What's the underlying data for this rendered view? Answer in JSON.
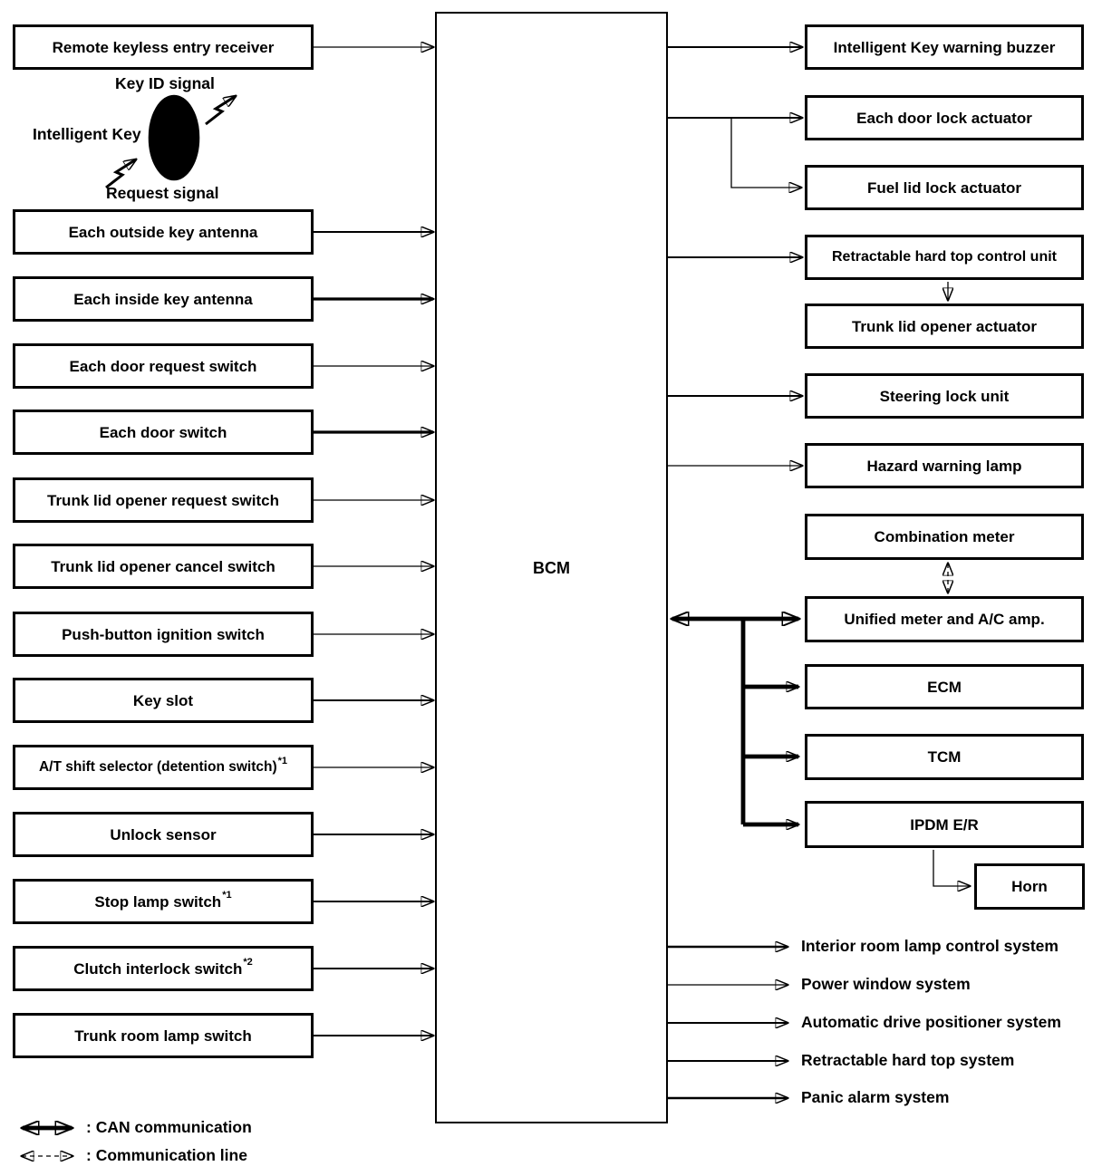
{
  "diagram": {
    "bcm_label": "BCM",
    "key_fob": {
      "top_label": "Key ID signal",
      "left_label": "Intelligent Key",
      "bottom_label": "Request signal"
    },
    "inputs": [
      {
        "label": "Remote keyless entry receiver"
      },
      {
        "label": "Each outside key antenna"
      },
      {
        "label": "Each inside key antenna"
      },
      {
        "label": "Each door request switch"
      },
      {
        "label": "Each door switch"
      },
      {
        "label": "Trunk lid opener request switch"
      },
      {
        "label": "Trunk lid opener cancel switch"
      },
      {
        "label": "Push-button ignition switch"
      },
      {
        "label": "Key slot"
      },
      {
        "label": "A/T shift selector (detention switch)",
        "sup": "*1"
      },
      {
        "label": "Unlock sensor"
      },
      {
        "label": "Stop lamp switch",
        "sup": "*1"
      },
      {
        "label": "Clutch interlock switch",
        "sup": "*2"
      },
      {
        "label": "Trunk room lamp switch"
      }
    ],
    "outputs": [
      {
        "label": "Intelligent Key warning buzzer"
      },
      {
        "label": "Each door lock actuator"
      },
      {
        "label": "Fuel lid lock actuator"
      },
      {
        "label": "Retractable hard top control unit"
      },
      {
        "label": "Trunk lid opener actuator"
      },
      {
        "label": "Steering lock unit"
      },
      {
        "label": "Hazard warning lamp"
      },
      {
        "label": "Combination meter"
      },
      {
        "label": "Unified meter and A/C amp."
      },
      {
        "label": "ECM"
      },
      {
        "label": "TCM"
      },
      {
        "label": "IPDM E/R"
      },
      {
        "label": "Horn"
      }
    ],
    "systems": [
      {
        "label": "Interior room lamp control system"
      },
      {
        "label": "Power window system"
      },
      {
        "label": "Automatic drive positioner system"
      },
      {
        "label": "Retractable hard top system"
      },
      {
        "label": "Panic alarm system"
      }
    ],
    "legend": [
      {
        "symbol": "can-thick-double-arrow",
        "label": ": CAN communication"
      },
      {
        "symbol": "dashed-double-arrow",
        "label": ": Communication line"
      }
    ],
    "colors": {
      "ink": "#000000",
      "paper": "#ffffff"
    }
  }
}
